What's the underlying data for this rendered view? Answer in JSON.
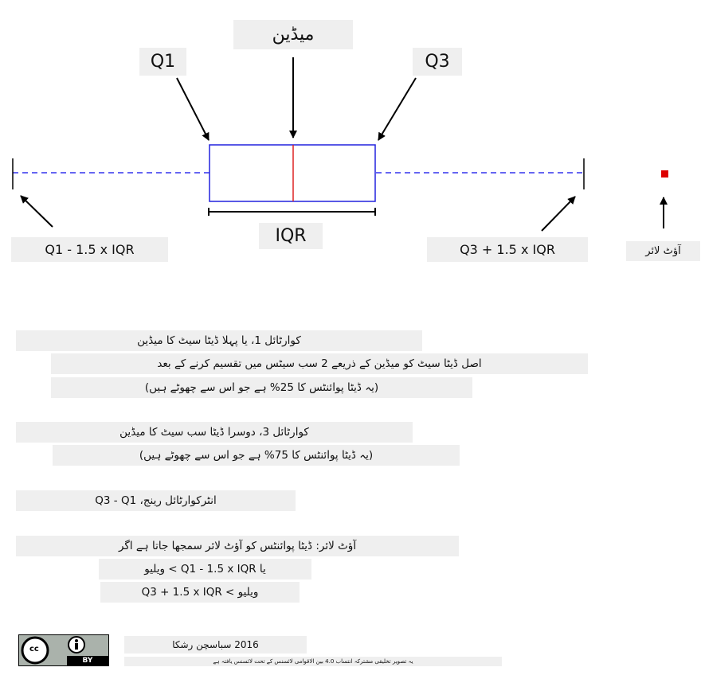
{
  "diagram": {
    "labels": {
      "median": "میڈین",
      "q1": "Q1",
      "q3": "Q3",
      "iqr": "IQR",
      "lower_fence": "Q1 - 1.5 x IQR",
      "upper_fence": "Q3 + 1.5 x IQR",
      "outlier": "آؤٹ لائر"
    },
    "colors": {
      "box": "#2222dd",
      "median_line": "#dd2222",
      "whisker": "#3333ee",
      "outlier": "#dd0000"
    }
  },
  "explanation": {
    "q1": [
      "کوارٹائل 1، یا پہلا ڈیٹا سیٹ کا میڈین",
      "اصل ڈیٹا سیٹ کو میڈین کے ذریعے 2 سب سیٹس میں تقسیم کرنے کے بعد",
      "(یہ ڈیٹا پوائنٹس کا 25% ہے جو اس سے چھوٹے ہیں)"
    ],
    "q3": [
      "کوارٹائل 3، دوسرا ڈیٹا سب سیٹ کا میڈین",
      "(یہ ڈیٹا پوائنٹس کا 75% ہے جو اس سے چھوٹے ہیں)"
    ],
    "iqr": "انٹرکوارٹائل رینج، Q3 - Q1",
    "outlier": [
      "آؤٹ لائر: ڈیٹا پوائنٹس کو آؤٹ لائر سمجھا جاتا ہے اگر",
      "یا Q1 - 1.5 x IQR > ویلیو",
      "ویلیو > Q3 + 1.5 x IQR"
    ]
  },
  "footer": {
    "cc_label": "cc",
    "by_label": "BY",
    "author": "2016 سباسچن رشکا",
    "license": "یہ تصویر تخلیقی مشترکہ انتساب 4.0 بین الاقوامی لائسنس کے تحت لائسنس یافتہ ہے"
  }
}
